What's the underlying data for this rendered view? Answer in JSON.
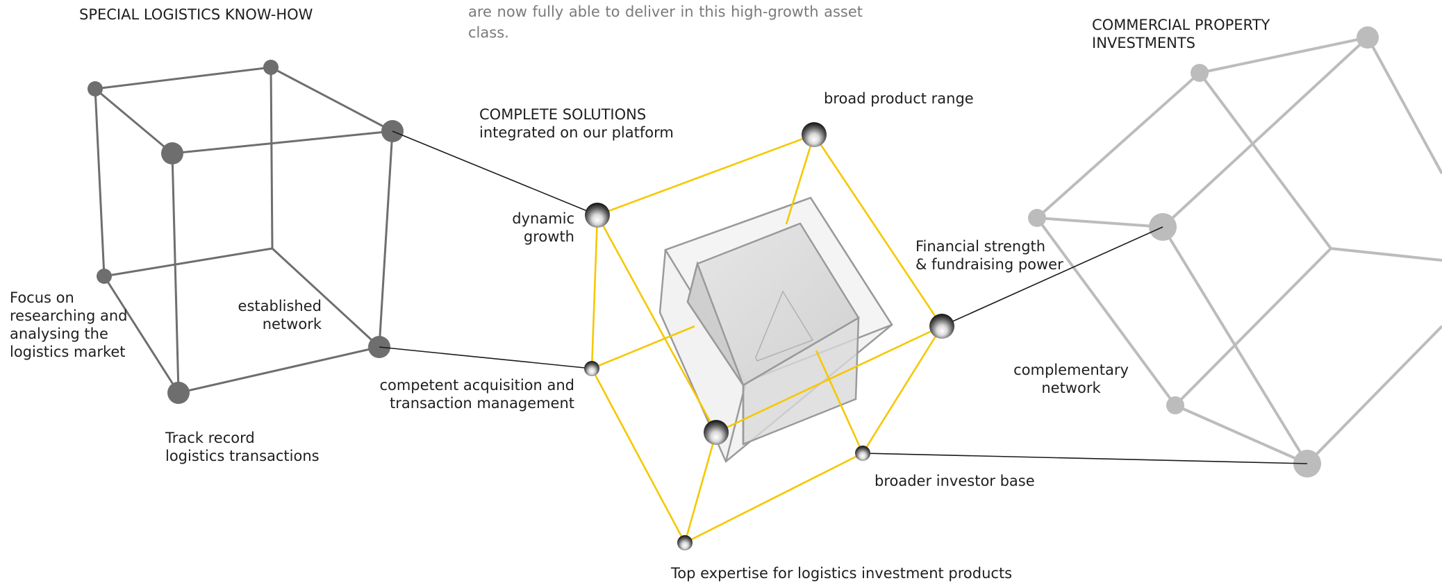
{
  "intro_text": "are now fully able to deliver in this high-growth asset class.",
  "left_cube": {
    "title": "SPECIAL LOGISTICS KNOW-HOW",
    "labels": {
      "focus": [
        "Focus on",
        "researching and",
        "analysing the",
        "logistics market"
      ],
      "network": [
        "established",
        "network"
      ],
      "track": [
        "Track record",
        "logistics transactions"
      ]
    }
  },
  "center": {
    "title": "COMPLETE SOLUTIONS",
    "subtitle": "integrated on our platform",
    "labels": {
      "dynamic": [
        "dynamic",
        "growth"
      ],
      "broad": "broad product range",
      "financial": [
        "Financial strength",
        "& fundraising power"
      ],
      "acquisition": [
        "competent acquisition and",
        "transaction management"
      ],
      "investor": "broader investor base",
      "expertise": "Top expertise for logistics investment products"
    }
  },
  "right_cube": {
    "title": [
      "COMMERCIAL PROPERTY",
      "INVESTMENTS"
    ],
    "labels": {
      "complementary": [
        "complementary",
        "network"
      ]
    }
  },
  "colors": {
    "left_cube": "#6e6e6e",
    "right_cube": "#bcbcbc",
    "center_frame": "#f5c800",
    "connector": "#1a1a1a",
    "text": "#1e1e1e",
    "intro_text": "#7a7a7a"
  }
}
